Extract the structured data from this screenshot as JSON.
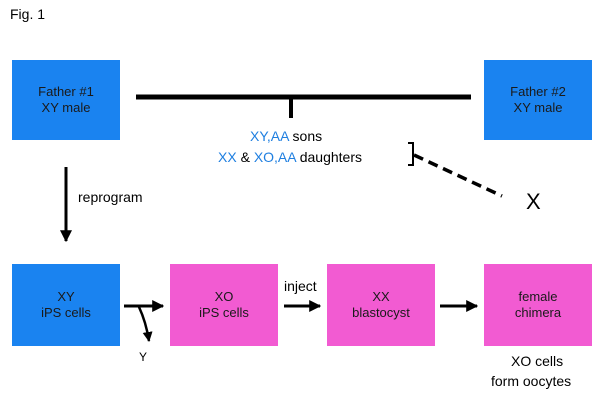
{
  "figure": {
    "label": "Fig. 1"
  },
  "colors": {
    "blue_box": "#1a83f0",
    "pink_box": "#f25bd2",
    "blue_text": "#1f7fe0"
  },
  "father1": {
    "line1": "Father #1",
    "line2": "XY male"
  },
  "father2": {
    "line1": "Father #2",
    "line2": "XY male"
  },
  "offspring": {
    "sons_genotype": "XY,AA",
    "sons_word": " sons",
    "daughters_g1": "XX",
    "daughters_amp": " & ",
    "daughters_g2": "XO,AA",
    "daughters_word": " daughters"
  },
  "cross_mark": "X",
  "reprogram_label": "reprogram",
  "xy_ips": {
    "line1": "XY",
    "line2": "iPS cells"
  },
  "y_loss_label": "Y",
  "xo_ips": {
    "line1": "XO",
    "line2": "iPS cells"
  },
  "inject_label": "inject",
  "xx_blast": {
    "line1": "XX",
    "line2": "blastocyst"
  },
  "chimera": {
    "line1": "female",
    "line2": "chimera"
  },
  "result": {
    "line1": "XO cells",
    "line2": "form oocytes"
  }
}
